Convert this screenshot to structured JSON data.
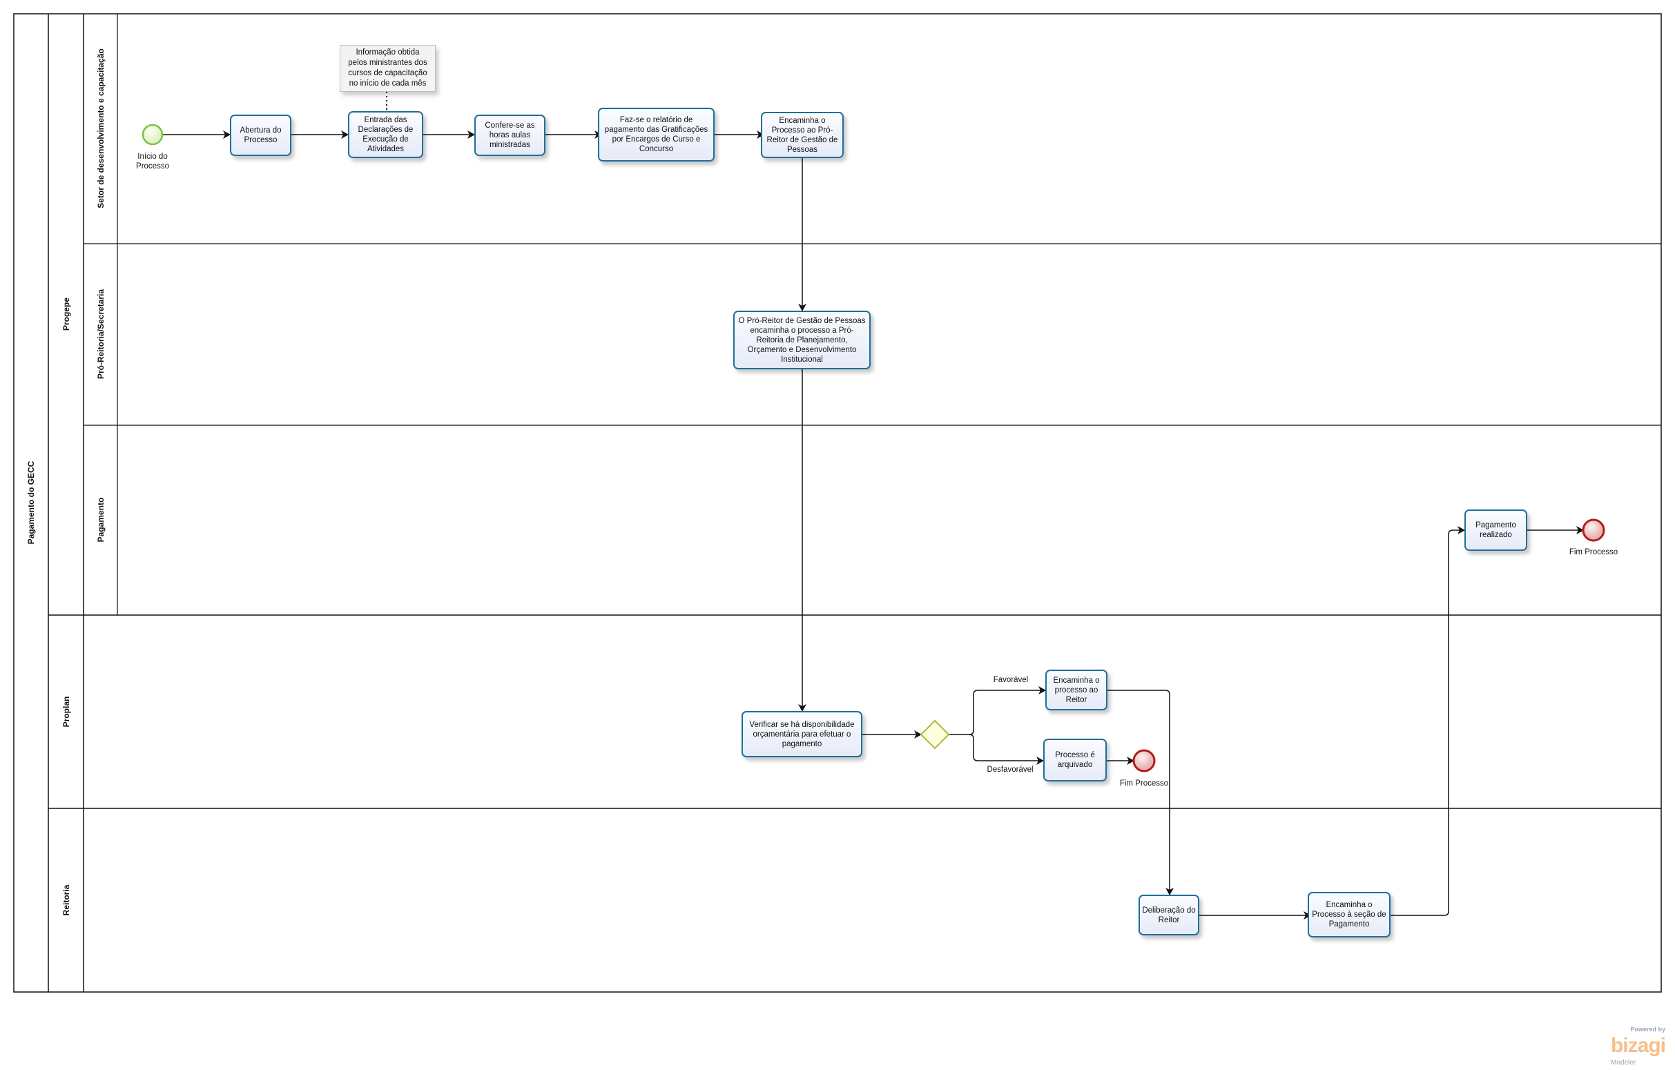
{
  "pool": {
    "label": "Pagamento do GECC"
  },
  "lanes": {
    "progepe": "Progepe",
    "setor": "Setor de desenvolvimento e capacitação",
    "pro_reitoria": "Pró-Reitoria/Secretaria",
    "pagamento": "Pagamento",
    "proplan": "Proplan",
    "reitoria": "Reitoria"
  },
  "events": {
    "start": "Início do\nProcesso",
    "end_arquivado": "Fim Processo",
    "end_pagamento": "Fim  Processo"
  },
  "annotation": "Informação obtida\npelos ministrantes dos\ncursos de capacitação\nno início de cada mês",
  "tasks": {
    "abertura": "Abertura do\nProcesso",
    "entrada": "Entrada das\nDeclarações de\nExecução de\nAtividades",
    "confere": "Confere-se as\nhoras aulas\nministradas",
    "relatorio": "Faz-se o relatório de\npagamento das Gratificações\npor Encargos de Curso e\nConcurso",
    "encaminha_pro_reitor": "Encaminha o\nProcesso ao Pró-\nReitor de Gestão de\nPessoas",
    "pro_reitor": "O Pró-Reitor de Gestão de Pessoas\nencaminha o processo a Pró-\nReitoria de Planejamento,\nOrçamento e Desenvolvimento\nInstitucional",
    "verificar": "Verificar se há disponibilidade\norçamentária para efetuar o\npagamento",
    "encaminha_reitor": "Encaminha o\nprocesso ao\nReitor",
    "arquivado": "Processo é\narquivado",
    "deliberacao": "Deliberação do\nReitor",
    "encaminha_secao": "Encaminha o\nProcesso à seção de\nPagamento",
    "pagamento_realizado": "Pagamento\nrealizado"
  },
  "flows": {
    "favoravel": "Favorável",
    "desfavoravel": "Desfavorável"
  },
  "branding": {
    "powered": "Powered by",
    "brand": "bizagi",
    "product": "Modeler"
  },
  "colors": {
    "task_border": "#1f6e9c",
    "start": "#7ac142",
    "end": "#b01c1c",
    "gateway": "#b5b53a"
  }
}
